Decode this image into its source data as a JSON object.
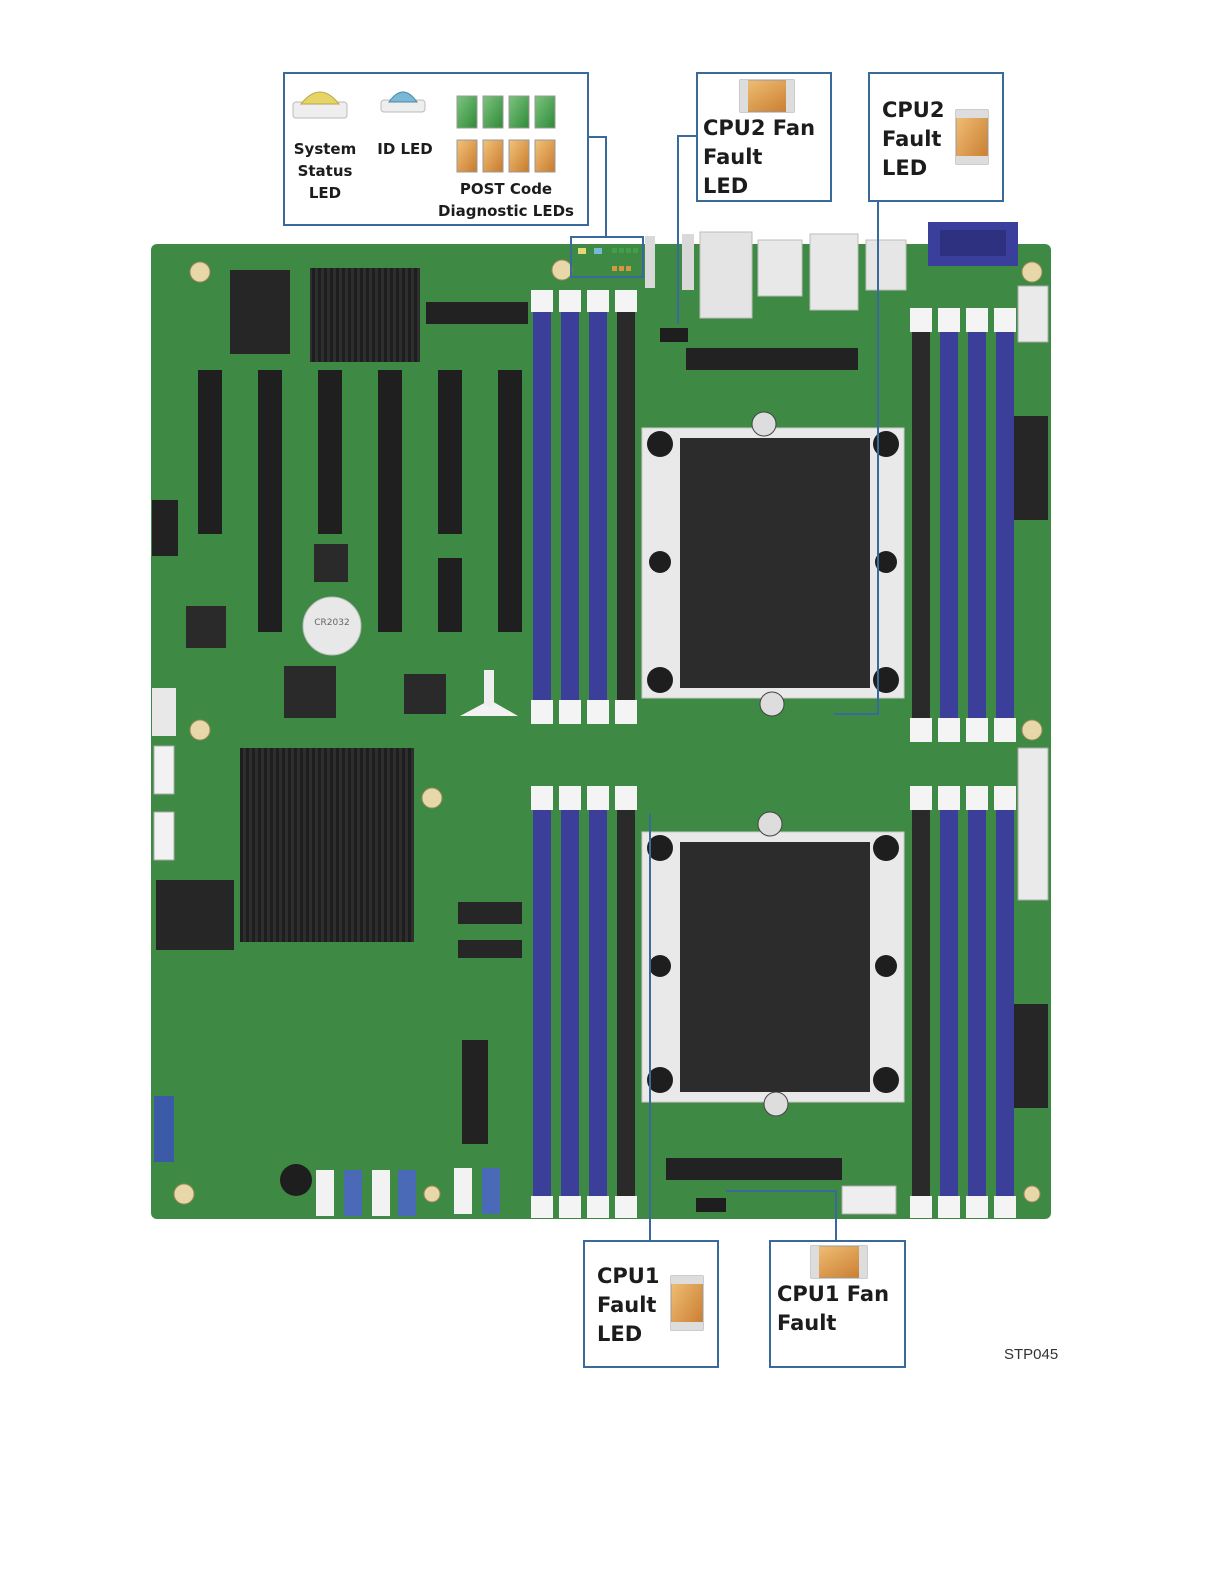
{
  "top_legend": {
    "system_status_led": "System\nStatus\nLED",
    "id_led": "ID LED",
    "post_code_leds": "POST Code\nDiagnostic LEDs"
  },
  "cpu2_fan_fault_led": "CPU2 Fan\nFault\nLED",
  "cpu2_fault_led": "CPU2\nFault\nLED",
  "cpu1_fault_led": "CPU1\nFault\nLED",
  "cpu1_fan_fault": "CPU1 Fan\nFault",
  "battery_label": "CR2032",
  "figure_id": "STP045",
  "colors": {
    "board": "#3e8a44",
    "dimm_blue": "#3b3f9a",
    "dimm_black": "#2a2a2a",
    "callout_border": "#3a6a9c",
    "led_green": "#3fa048",
    "led_amber": "#d8953f"
  }
}
